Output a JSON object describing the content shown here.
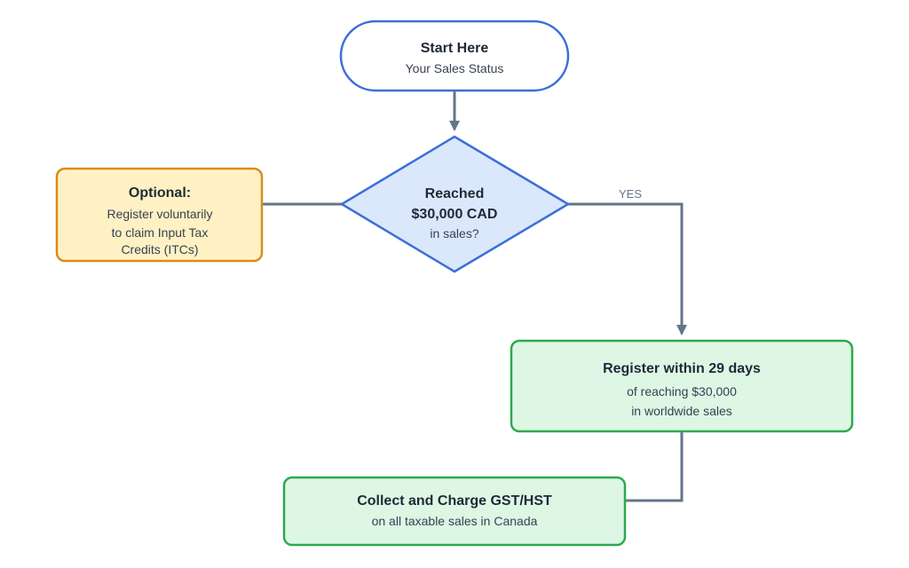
{
  "start": {
    "title": "Start Here",
    "subtitle": "Your Sales Status"
  },
  "decision": {
    "line1": "Reached",
    "line2": "$30,000 CAD",
    "line3": "in sales?"
  },
  "optional": {
    "title": "Optional:",
    "line1": "Register voluntarily",
    "line2": "to claim Input Tax",
    "line3": "Credits (ITCs)"
  },
  "edge_yes": {
    "label": "YES"
  },
  "register": {
    "title": "Register within 29 days",
    "line1": "of reaching $30,000",
    "line2": "in worldwide sales"
  },
  "collect": {
    "title": "Collect and Charge GST/HST",
    "line1": "on all taxable sales in Canada"
  },
  "colors": {
    "start_border": "#3b6fd8",
    "decision_fill": "#dbe8fb",
    "decision_border": "#3b6fd8",
    "optional_fill": "#fff1c4",
    "optional_border": "#d98c1c",
    "green_fill": "#ddf7e4",
    "green_border": "#2fa84f",
    "connector": "#64748b"
  }
}
